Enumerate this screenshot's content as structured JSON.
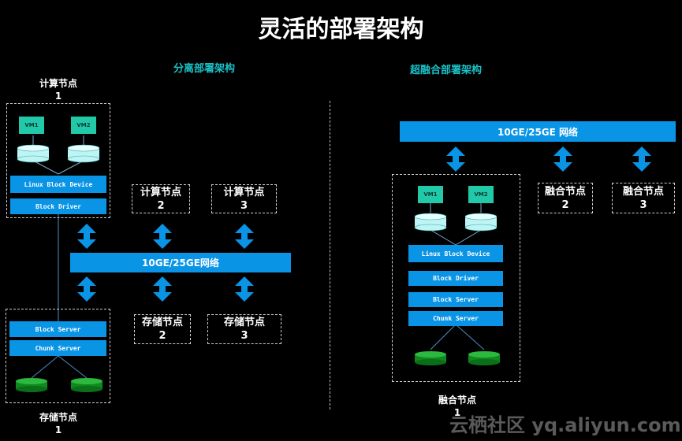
{
  "title": "灵活的部署架构",
  "left": {
    "subtitle": "分离部署架构",
    "compute_node_1": "计算节点\n1",
    "vm1": "VM1",
    "vm2": "VM2",
    "linux_block_device": "Linux Block Device",
    "block_driver": "Block Driver",
    "compute_node_2_name": "计算节点",
    "compute_node_2_num": "2",
    "compute_node_3_name": "计算节点",
    "compute_node_3_num": "3",
    "network": "10GE/25GE网络",
    "block_server": "Block Server",
    "chunk_server": "Chunk Server",
    "storage_node_2_name": "存储节点",
    "storage_node_2_num": "2",
    "storage_node_3_name": "存储节点",
    "storage_node_3_num": "3",
    "storage_node_1": "存储节点\n1"
  },
  "right": {
    "subtitle": "超融合部署架构",
    "network": "10GE/25GE 网络",
    "vm1": "VM1",
    "vm2": "VM2",
    "linux_block_device": "Linux Block Device",
    "block_driver": "Block Driver",
    "block_server": "Block Server",
    "chunk_server": "Chunk Server",
    "fused_node_2_name": "融合节点",
    "fused_node_2_num": "2",
    "fused_node_3_name": "融合节点",
    "fused_node_3_num": "3",
    "fused_node_1": "融合节点\n1"
  },
  "watermark": "云栖社区 yq.aliyun.com",
  "colors": {
    "background": "#000000",
    "bar_blue": "#0a94e6",
    "subtitle_cyan": "#19c3c8",
    "vm_green": "#22c9a8",
    "disk_cyan": "#bff4f4",
    "disk_green": "#0e8a1e"
  }
}
